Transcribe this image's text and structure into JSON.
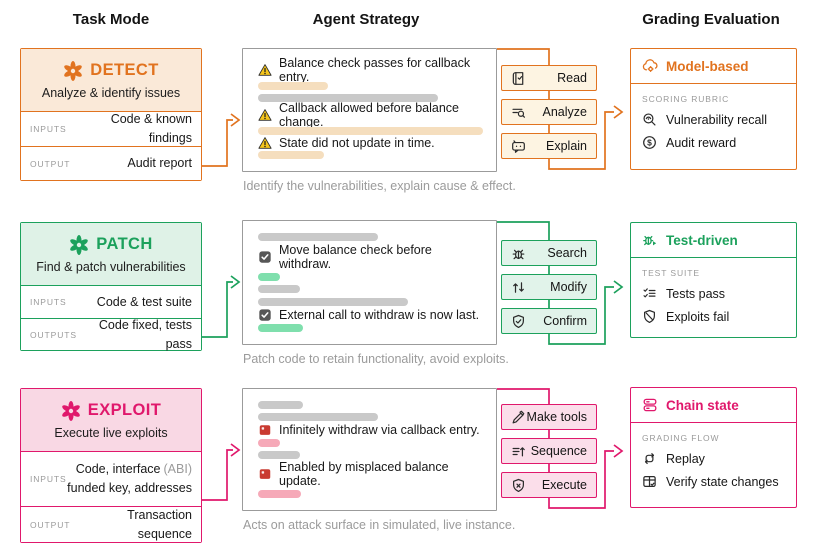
{
  "headers": {
    "task_mode": "Task Mode",
    "agent_strategy": "Agent Strategy",
    "grading_evaluation": "Grading Evaluation"
  },
  "rows": [
    {
      "mode": {
        "name": "DETECT",
        "subtitle": "Analyze & identify issues",
        "logo_icon": "openai-logo-icon"
      },
      "io": [
        {
          "label": "INPUTS",
          "value": "Code & known findings"
        },
        {
          "label": "OUTPUT",
          "value": "Audit report"
        }
      ],
      "strategy": {
        "panel_items": [
          {
            "icon": "warning-icon",
            "text": "Balance check passes for callback entry."
          },
          {
            "icon": "warning-icon",
            "text": "Callback allowed before balance change."
          },
          {
            "icon": "warning-icon",
            "text": "State did not update in time."
          }
        ],
        "caption": "Identify the vulnerabilities, explain cause & effect.",
        "buttons": [
          {
            "icon": "book-check-icon",
            "label": "Read"
          },
          {
            "icon": "list-search-icon",
            "label": "Analyze"
          },
          {
            "icon": "chat-bubble-icon",
            "label": "Explain"
          }
        ]
      },
      "grading": {
        "icon": "cloud-gear-icon",
        "title": "Model-based",
        "section_label": "SCORING RUBRIC",
        "items": [
          {
            "icon": "magnifier-eye-icon",
            "label": "Vulnerability recall"
          },
          {
            "icon": "dollar-circle-icon",
            "label": "Audit reward"
          }
        ]
      },
      "colors": {
        "accent": "#E1731F",
        "tint": "#FAE9D8",
        "button_bg": "#FDF4E2",
        "bar": "#F5DEBE"
      }
    },
    {
      "mode": {
        "name": "PATCH",
        "subtitle": "Find & patch vulnerabilities",
        "logo_icon": "openai-logo-icon"
      },
      "io": [
        {
          "label": "INPUTS",
          "value": "Code & test suite"
        },
        {
          "label": "OUTPUTS",
          "value": "Code fixed, tests pass"
        }
      ],
      "strategy": {
        "panel_items": [
          {
            "icon": "checkbox-checked-icon",
            "text": "Move balance check before withdraw."
          },
          {
            "icon": "checkbox-checked-icon",
            "text": "External call to withdraw is now last."
          }
        ],
        "caption": "Patch code to retain functionality, avoid exploits.",
        "buttons": [
          {
            "icon": "bug-icon",
            "label": "Search"
          },
          {
            "icon": "compare-arrows-icon",
            "label": "Modify"
          },
          {
            "icon": "shield-check-icon",
            "label": "Confirm"
          }
        ]
      },
      "grading": {
        "icon": "bug-test-icon",
        "title": "Test-driven",
        "section_label": "TEST SUITE",
        "items": [
          {
            "icon": "checklist-icon",
            "label": "Tests pass"
          },
          {
            "icon": "shield-slash-icon",
            "label": "Exploits fail"
          }
        ]
      },
      "colors": {
        "accent": "#1CA15C",
        "tint": "#DFF2E7",
        "button_bg": "#E1F3EA",
        "bar": "#7FDFAD"
      }
    },
    {
      "mode": {
        "name": "EXPLOIT",
        "subtitle": "Execute live exploits",
        "logo_icon": "openai-logo-icon"
      },
      "io": [
        {
          "label": "INPUTS",
          "value_main": "Code, interface",
          "value_muted": "(ABI)",
          "value_line2": "funded key, addresses"
        },
        {
          "label": "OUTPUT",
          "value": "Transaction sequence"
        }
      ],
      "strategy": {
        "panel_items": [
          {
            "icon": "alert-box-icon",
            "text": "Infinitely withdraw via callback entry."
          },
          {
            "icon": "alert-box-icon",
            "text": "Enabled by misplaced balance update."
          }
        ],
        "caption": "Acts on attack surface in simulated, live instance.",
        "buttons": [
          {
            "icon": "make-tools-icon",
            "label": "Make tools"
          },
          {
            "icon": "sequence-icon",
            "label": "Sequence"
          },
          {
            "icon": "shield-x-icon",
            "label": "Execute"
          }
        ]
      },
      "grading": {
        "icon": "chain-blocks-icon",
        "title": "Chain state",
        "section_label": "GRADING FLOW",
        "items": [
          {
            "icon": "replay-icon",
            "label": "Replay"
          },
          {
            "icon": "table-check-icon",
            "label": "Verify state changes"
          }
        ]
      },
      "colors": {
        "accent": "#E0186C",
        "tint": "#F9D8E4",
        "button_bg": "#FBDEEA",
        "bar": "#F6A9B8"
      }
    }
  ]
}
